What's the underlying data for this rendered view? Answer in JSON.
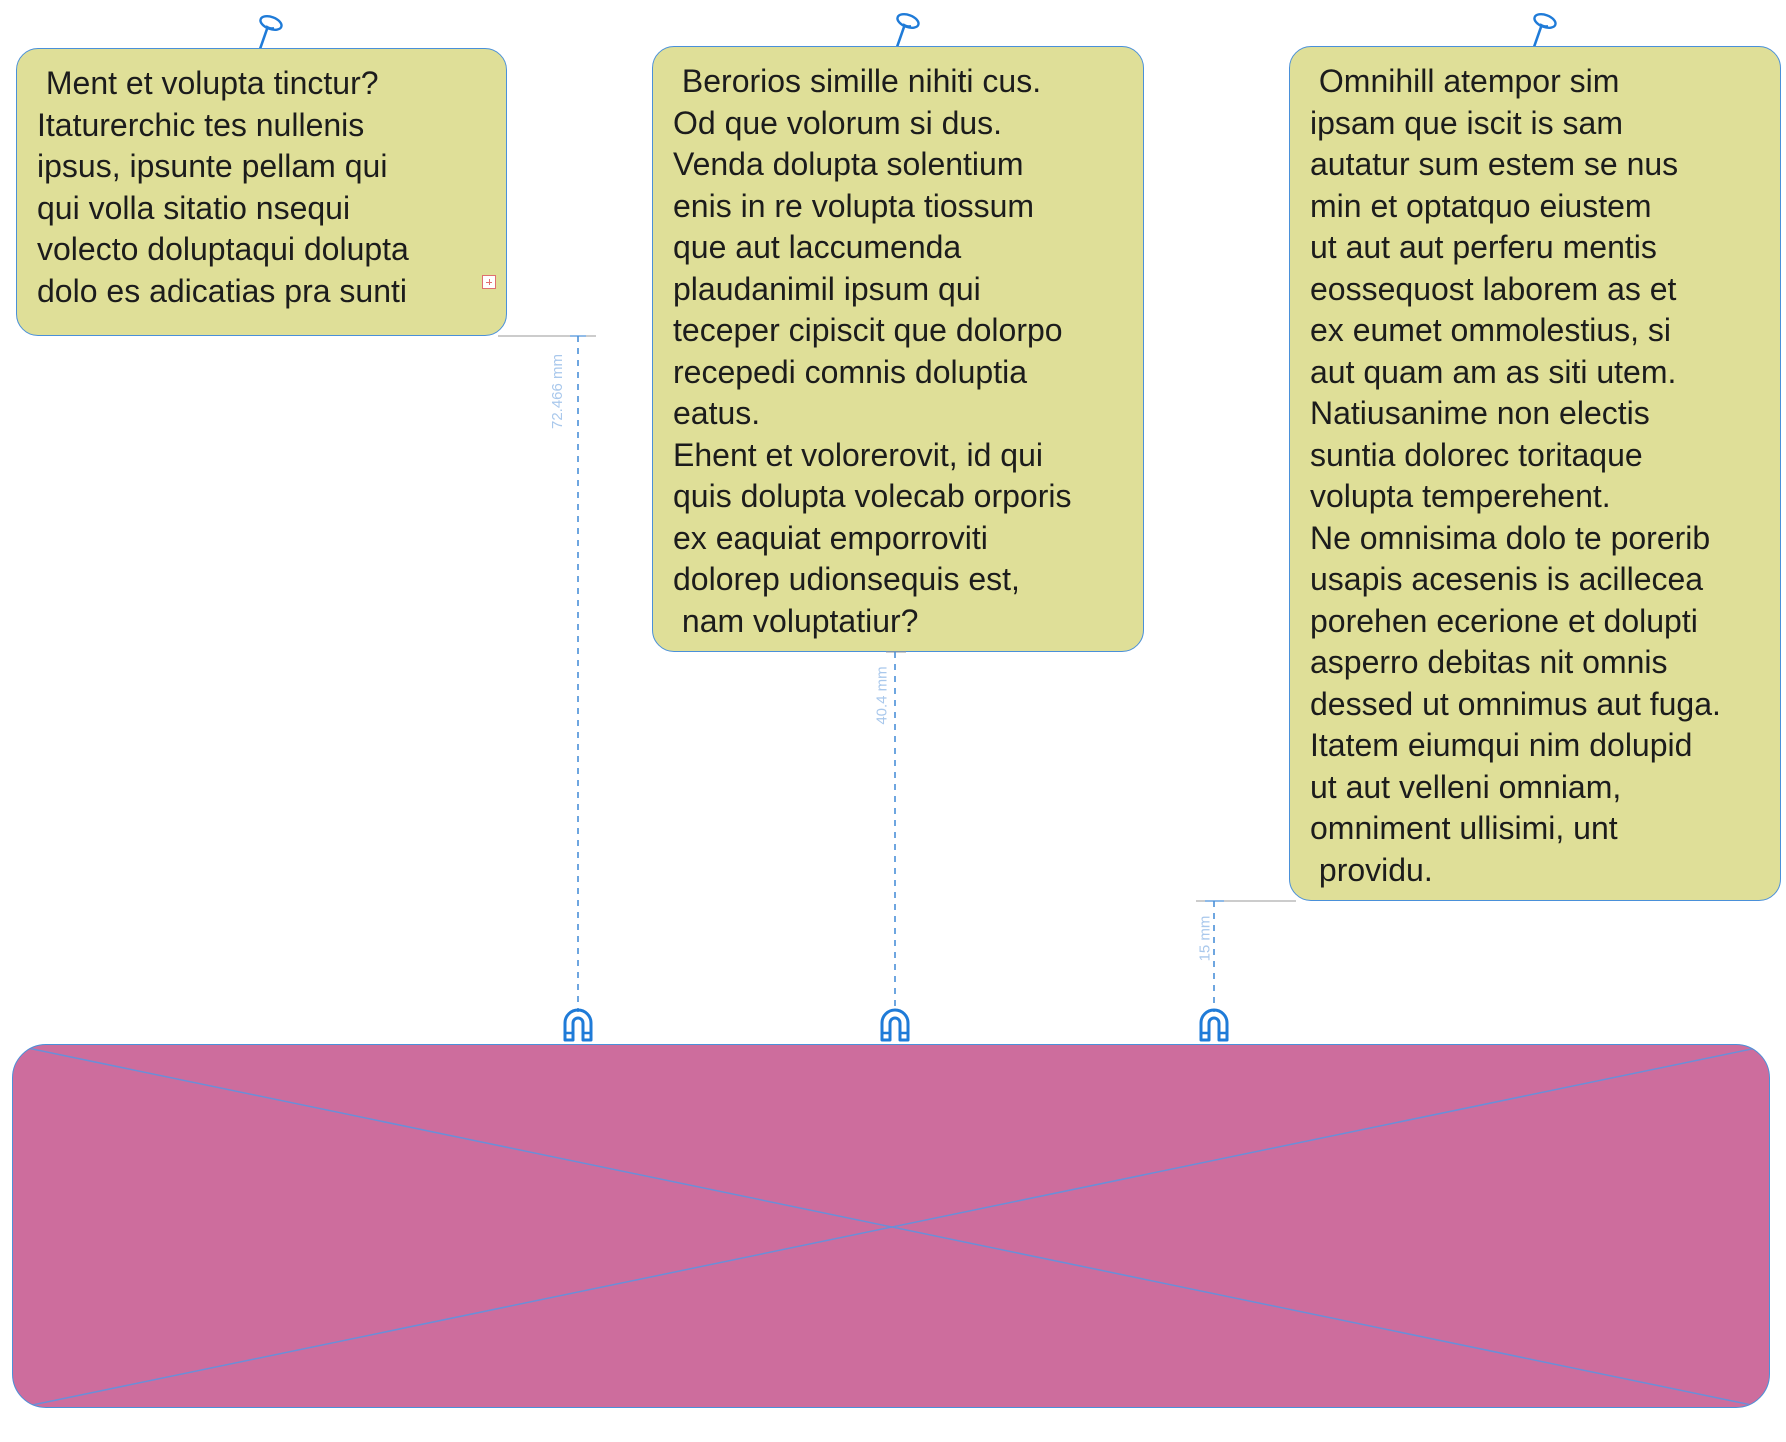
{
  "frames": [
    {
      "id": "frame-1",
      "text": " Ment et volupta tinctur?\nItaturerchic tes nullenis\nipsus, ipsunte pellam qui\nqui volla sitatio nsequi\nvolecto doluptaqui dolupta\ndolo es adicatias pra sunti"
    },
    {
      "id": "frame-2",
      "text": " Berorios simille nihiti cus.\nOd que volorum si dus.\nVenda dolupta solentium\nenis in re volupta tiossum\nque aut laccumenda\nplaudanimil ipsum qui\nteceper cipiscit que dolorpo\nrecepedi comnis doluptia\neatus.\nEhent et volorerovit, id qui\nquis dolupta volecab orporis\nex eaquiat emporroviti\ndolorep udionsequis est,\n nam voluptatiur?"
    },
    {
      "id": "frame-3",
      "text": " Omnihill atempor sim\nipsam que iscit is sam\nautatur sum estem se nus\nmin et optatquo eiustem\nut aut aut perferu mentis\neossequost laborem as et\nex eumet ommolestius, si\naut quam am as siti utem.\nNatiusanime non electis\nsuntia dolorec toritaque\nvolupta temperehent.\nNe omnisima dolo te porerib\nusapis acesenis is acillecea\nporehen ecerione et dolupti\nasperro debitas nit omnis\ndessed ut omnimus aut fuga.\nItatem eiumqui nim dolupid\nut aut velleni omniam,\nomniment ullisimi, unt\n providu."
    }
  ],
  "distances": {
    "d1": "72.466 mm",
    "d2": "40.4 mm",
    "d3": "15 mm"
  },
  "colors": {
    "frame_fill": "#dfdf98",
    "placeholder_fill": "#cd6d9d",
    "accent": "#4a90d9",
    "distance_label": "#a9c8ec"
  },
  "icons": [
    "pin-icon",
    "magnet-icon",
    "overflow-plus-icon"
  ]
}
